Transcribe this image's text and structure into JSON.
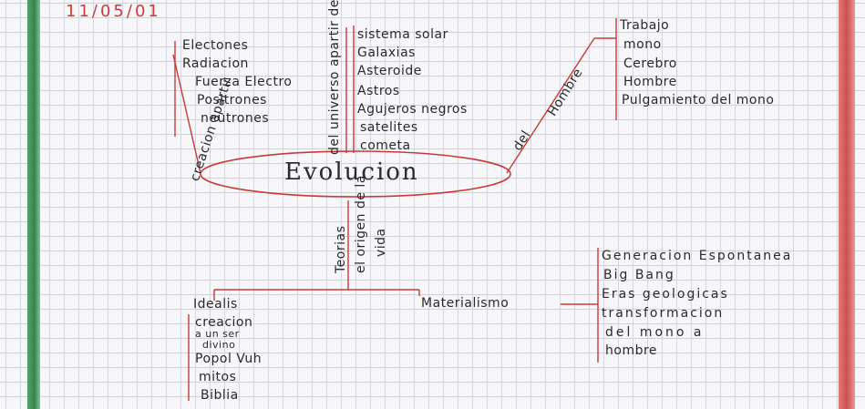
{
  "date": "11/05/01",
  "center": "Evolucion",
  "branches": {
    "creacion": {
      "label": "creacion apartir",
      "items": [
        "Electones",
        "Radiacion",
        "Fuerza Electro",
        "Positrones",
        "neutrones"
      ]
    },
    "universo": {
      "label": "del universo apartir del big",
      "items": [
        "sistema solar",
        "Galaxias",
        "Asteroide",
        "Astros",
        "Agujeros negros",
        "satelites",
        "cometa"
      ]
    },
    "hombre": {
      "label_top": "Hombre",
      "label_bottom": "del",
      "items": [
        "Trabajo",
        "mono",
        "Cerebro",
        "Hombre",
        "Pulgamiento del mono"
      ]
    },
    "origen": {
      "label_line1": "Teorias",
      "label_line2": "el origen de la",
      "label_line3": "vida",
      "idealis_label": "Idealis",
      "idealis_items": [
        "creacion",
        "a un ser",
        "divino",
        "Popol Vuh",
        "mitos",
        "Biblia"
      ],
      "materialismo_label": "Materialismo",
      "materialismo_items": [
        "Generacion Espontanea",
        "Big Bang",
        "Eras geologicas",
        "transformacion",
        "del mono a",
        "hombre"
      ]
    }
  },
  "colors": {
    "ink": "#2a2a2a",
    "red": "#c83a3a",
    "green": "#2f8a4a"
  }
}
